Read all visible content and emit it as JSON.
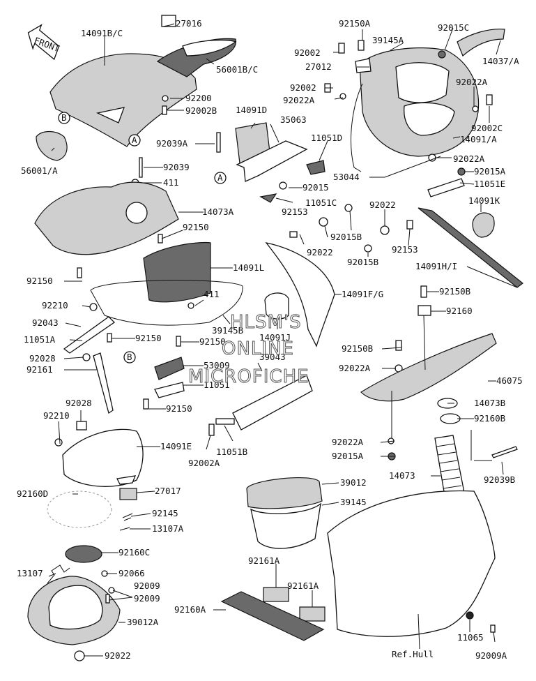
{
  "labels": {
    "l0": "14091B/C",
    "l1": "27016",
    "l2": "56001B/C",
    "l3": "92200",
    "l4": "92002B",
    "l5": "56001/A",
    "l6": "14091D",
    "l7": "35063",
    "l8": "11051D",
    "l9": "92039A",
    "l10": "92039",
    "l11": "411",
    "l12": "14073A",
    "l13": "92015",
    "l14": "11051C",
    "l15": "92153",
    "l16": "92150",
    "l17": "92150",
    "l18": "14091L",
    "l19": "411",
    "l20": "92210",
    "l21": "92043",
    "l22": "11051A",
    "l23": "92150",
    "l24": "92150",
    "l25": "39145B",
    "l26": "14091J",
    "l27": "92028",
    "l28": "92161",
    "l29": "53009",
    "l30": "11051",
    "l31": "92150",
    "l32": "39043",
    "l33": "92028",
    "l34": "92210",
    "l35": "14091E",
    "l36": "11051B",
    "l37": "92002A",
    "l38": "92160D",
    "l39": "27017",
    "l40": "92145",
    "l41": "13107A",
    "l42": "92160C",
    "l43": "13107",
    "l44": "92066",
    "l45": "92009",
    "l46": "92009",
    "l47": "39012A",
    "l48": "92022",
    "l49": "92160A",
    "l50": "92161A",
    "l51": "92161A",
    "l52": "39012",
    "l53": "39145",
    "r0": "92150A",
    "r1": "39145A",
    "r2": "92015C",
    "r3": "92002",
    "r4": "27012",
    "r5": "14037/A",
    "r6": "92002",
    "r7": "92022A",
    "r8": "92022A",
    "r9": "92002C",
    "r10": "14091/A",
    "r11": "92022A",
    "r12": "53044",
    "r13": "92015A",
    "r14": "11051E",
    "r15": "92022",
    "r16": "14091K",
    "r17": "92015B",
    "r18": "92153",
    "r19": "92022",
    "r20": "92015B",
    "r21": "14091H/I",
    "r22": "92150B",
    "r23": "14091F/G",
    "r24": "92160",
    "r25": "92150B",
    "r26": "92022A",
    "r27": "46075",
    "r28": "14073B",
    "r29": "92160B",
    "r30": "92022A",
    "r31": "92015A",
    "r32": "14073",
    "r33": "92039B",
    "r34": "11065",
    "r35": "92009A",
    "r36": "Ref.Hull"
  },
  "callouts": {
    "a": "A",
    "b": "B"
  },
  "front_arrow": "FRONT",
  "watermark": [
    "HLSM'S",
    "ONLINE",
    "MICROFICHE"
  ]
}
